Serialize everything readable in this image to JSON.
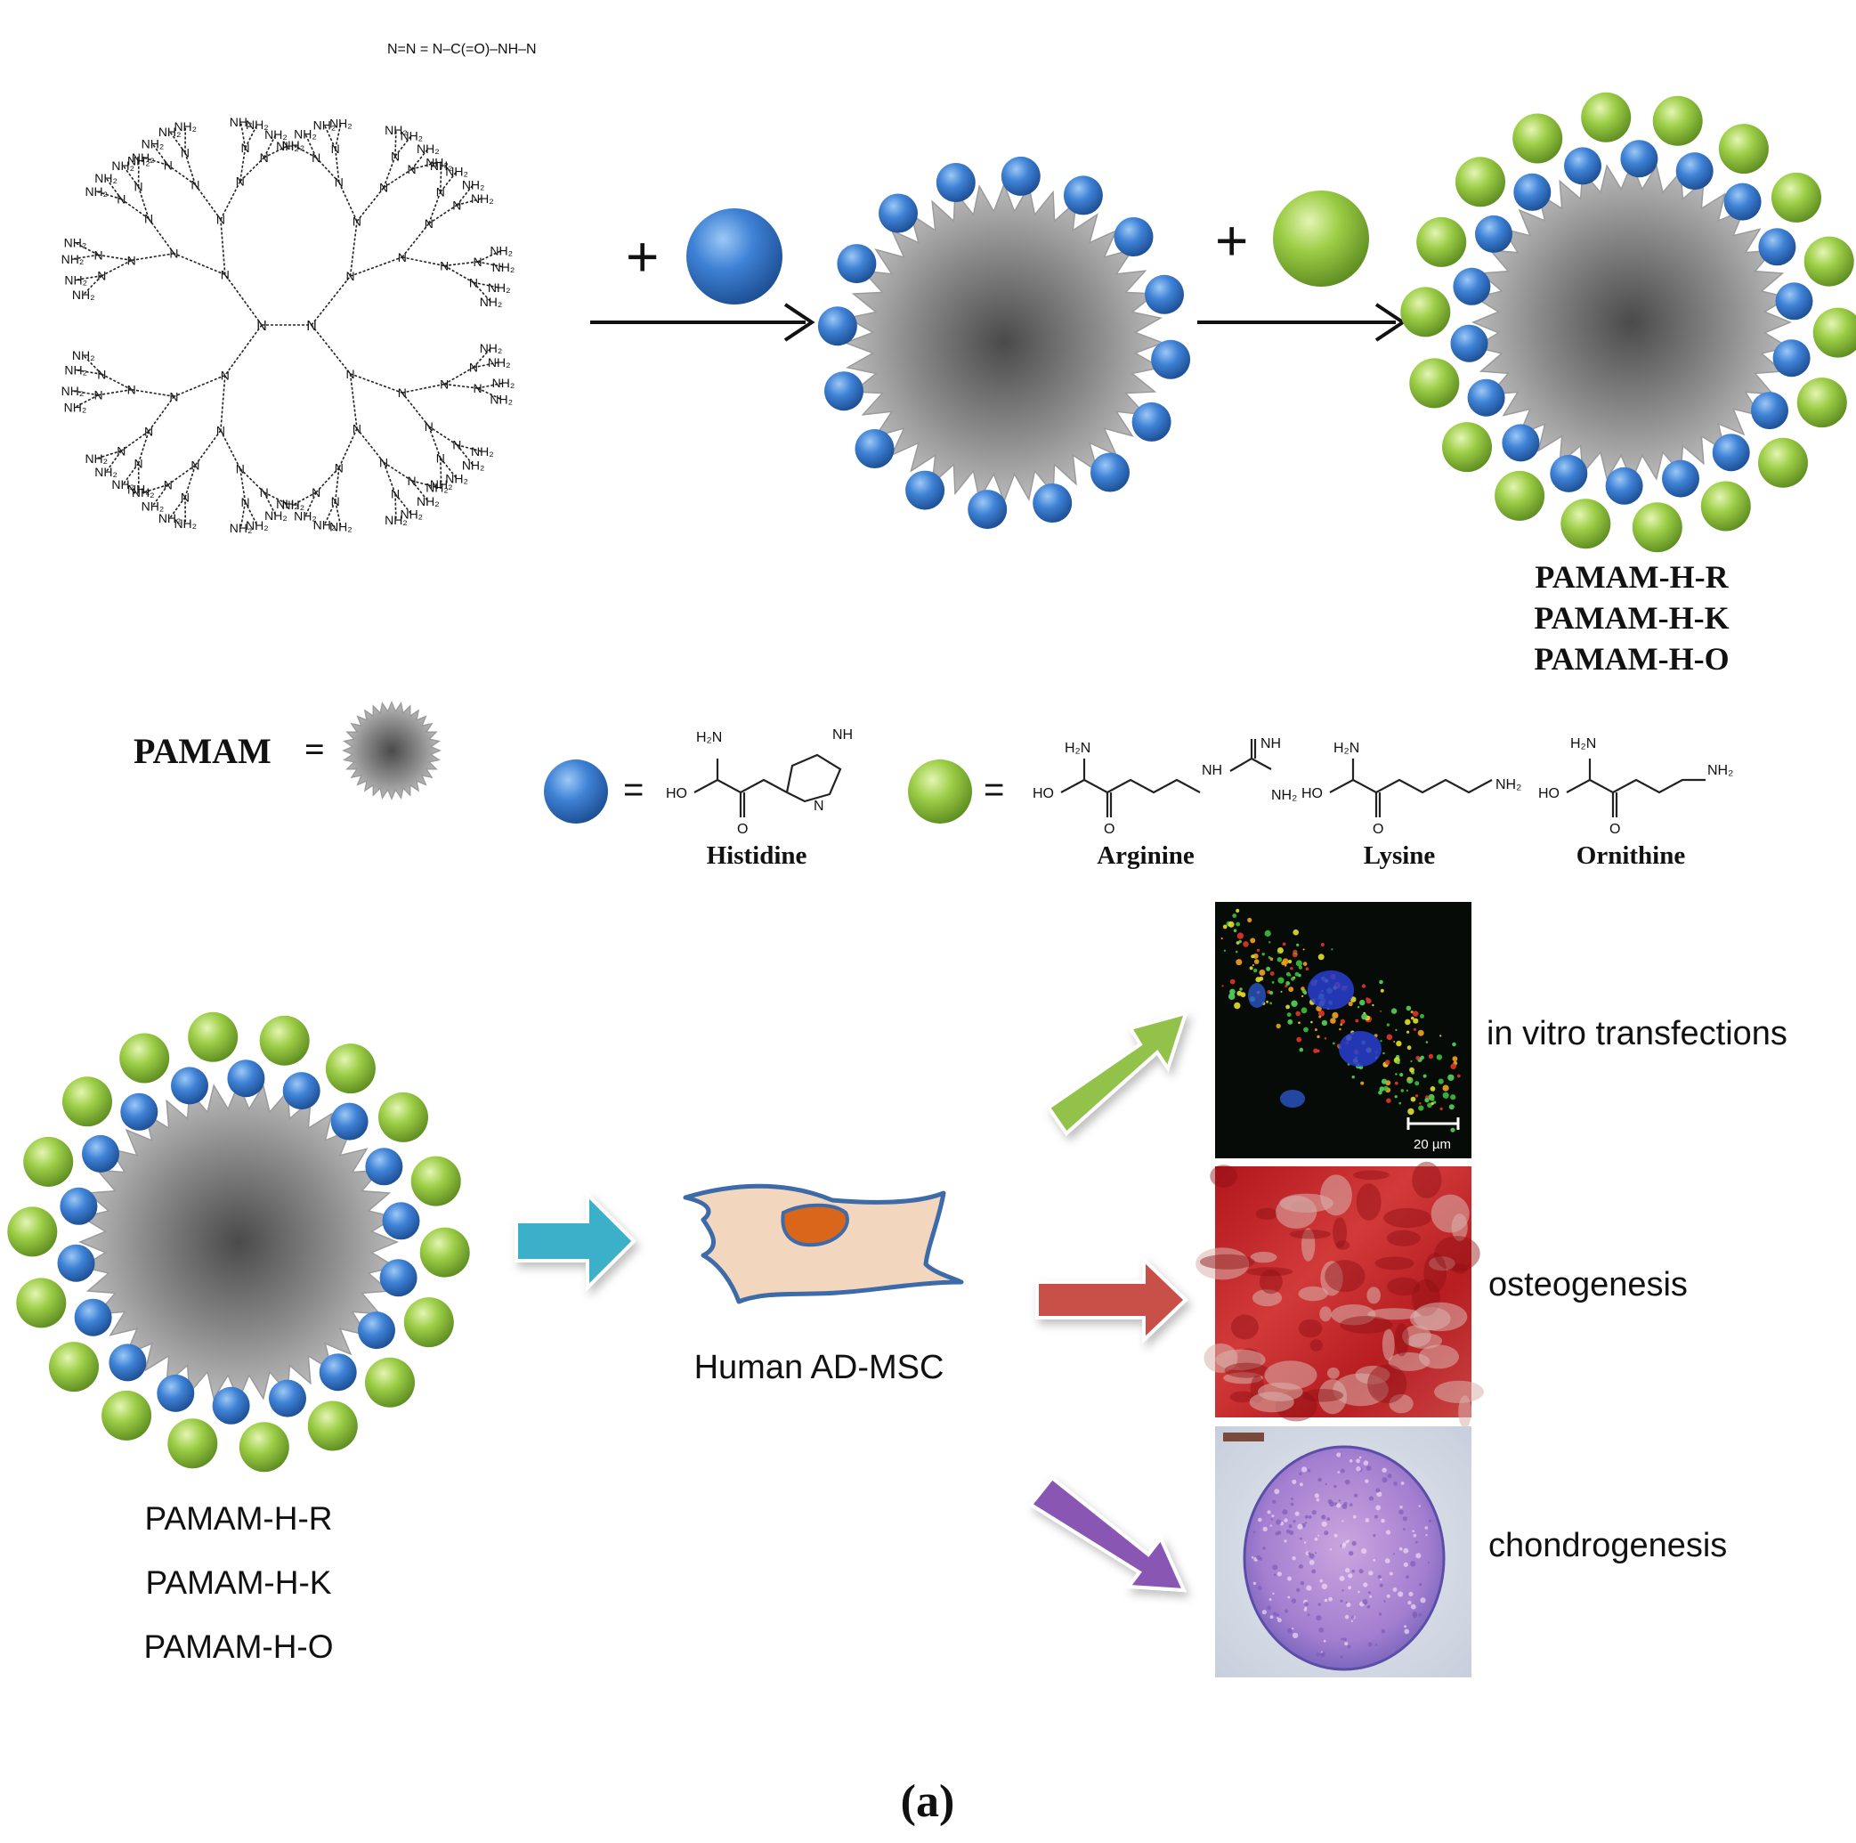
{
  "top": {
    "linker_formula": "N=N = N–C(=O)–NH–N",
    "amine_label": "NH₂",
    "nitrogen_label": "N",
    "plus_sign": "+",
    "product_labels": [
      "PAMAM-H-R",
      "PAMAM-H-K",
      "PAMAM-H-O"
    ]
  },
  "legend": {
    "pamam_label": "PAMAM",
    "equals": "=",
    "histidine": {
      "name": "Histidine",
      "groups": [
        "H₂N",
        "HO",
        "O",
        "NH",
        "N"
      ]
    },
    "arginine": {
      "name": "Arginine",
      "groups": [
        "H₂N",
        "HO",
        "O",
        "NH",
        "NH",
        "NH₂"
      ]
    },
    "lysine": {
      "name": "Lysine",
      "groups": [
        "H₂N",
        "HO",
        "O",
        "NH₂"
      ]
    },
    "ornithine": {
      "name": "Ornithine",
      "groups": [
        "H₂N",
        "HO",
        "O",
        "NH₂"
      ]
    }
  },
  "bottom": {
    "product_labels": [
      "PAMAM-H-R",
      "PAMAM-H-K",
      "PAMAM-H-O"
    ],
    "cell_label": "Human AD-MSC",
    "outcomes": [
      "in vitro transfections",
      "osteogenesis",
      "chondrogenesis"
    ],
    "scale_bar_label": "20 µm"
  },
  "panel_label": "(a)",
  "colors": {
    "histidine_blue": "#2f6fc4",
    "cationic_green": "#8fc23d",
    "core_grey": "#7a7a7a",
    "arrow_teal": "#3ab0c8",
    "arrow_green": "#92c24a",
    "arrow_red": "#c9504a",
    "arrow_purple": "#8a56b3",
    "cell_fill": "#f2d6bd",
    "cell_outline": "#3d6aa8",
    "nucleus": "#d9661a"
  }
}
